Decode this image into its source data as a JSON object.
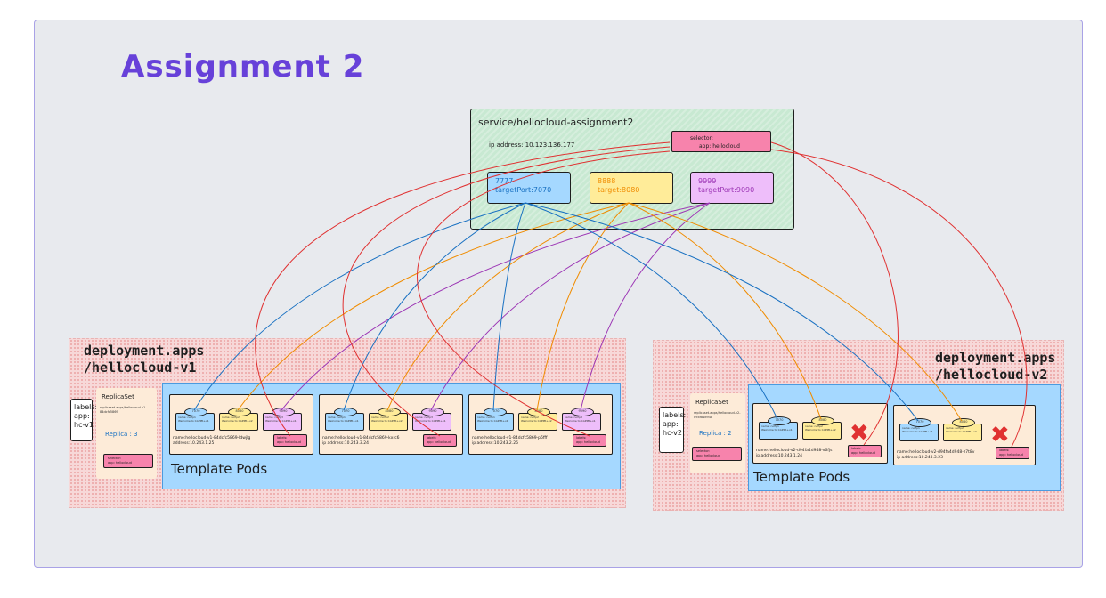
{
  "title": "Assignment 2",
  "service": {
    "name": "service/hellocloud-assignment2",
    "ip": "ip address: 10.123.136.177",
    "selector": [
      "selector:",
      "app: hellocloud"
    ],
    "ports": [
      {
        "port": "7777",
        "target": "targetPort:7070"
      },
      {
        "port": "8888",
        "target": "target:8080"
      },
      {
        "port": "9999",
        "target": "targetPort:9090"
      }
    ]
  },
  "deployments": [
    {
      "title": "deployment.apps\n/hellocloud-v1",
      "labels": "labels:\napp:\nhc-v1",
      "replicaset": {
        "title": "ReplicaSet",
        "name": "replicaset.apps/hellocloud-v1-84dcfc5869",
        "replica": "Replica : 3",
        "selector": "selector:\napp: hellocloud"
      },
      "template_label": "Template Pods",
      "pods": [
        {
          "name": "name:hellocloud-v1-84dcfc5869-ldwjlg\naddress:10.243.1.25",
          "label": "labels:\napp: hellocloud",
          "failed": false
        },
        {
          "name": "name:hellocloud-v1-84dcfc5869-kxrc6\nip address:10.243.3.24",
          "label": "labels:\napp: hellocloud",
          "failed": false
        },
        {
          "name": "name:hellocloud-v1-84dcfc5869-p6fff\nip address:10.243.2.26",
          "label": "labels:\napp: hellocloud",
          "failed": false
        }
      ]
    },
    {
      "title": "deployment.apps\n/hellocloud-v2",
      "labels": "labels:\napp:\nhc-v2",
      "replicaset": {
        "title": "ReplicaSet",
        "name": "replicaset.apps/hellocloud-v2-d94fa4d948",
        "replica": "Replica : 2",
        "selector": "selector:\napp: hellocloud"
      },
      "template_label": "Template Pods",
      "pods": [
        {
          "name": "name:hellocloud-v2-d94fa4d948-v6fjs\nip address:10.243.1.24",
          "label": "labels:\napp: hellocloud",
          "failed": true
        },
        {
          "name": "name:hellocloud-v2-d94fa4d948-z7t8v\nip address:10.243.3.23",
          "label": "labels:\napp: hellocloud",
          "failed": true
        }
      ]
    }
  ],
  "containers": [
    {
      "port": "7070",
      "lines": "name: nofip1\nWelcome to CAPPR+v1"
    },
    {
      "port": "8080",
      "lines": "name: nofip2\nWelcome to CAPPR+v2"
    },
    {
      "port": "9090",
      "lines": "name: nofip3\nWelcome to CAPPR+v1"
    }
  ],
  "colors": {
    "blue": "#1971c2",
    "orange": "#f08c00",
    "purple": "#9c36b5",
    "red": "#e03131",
    "title": "#6741d9"
  },
  "icons": [
    "red-x-icon"
  ]
}
